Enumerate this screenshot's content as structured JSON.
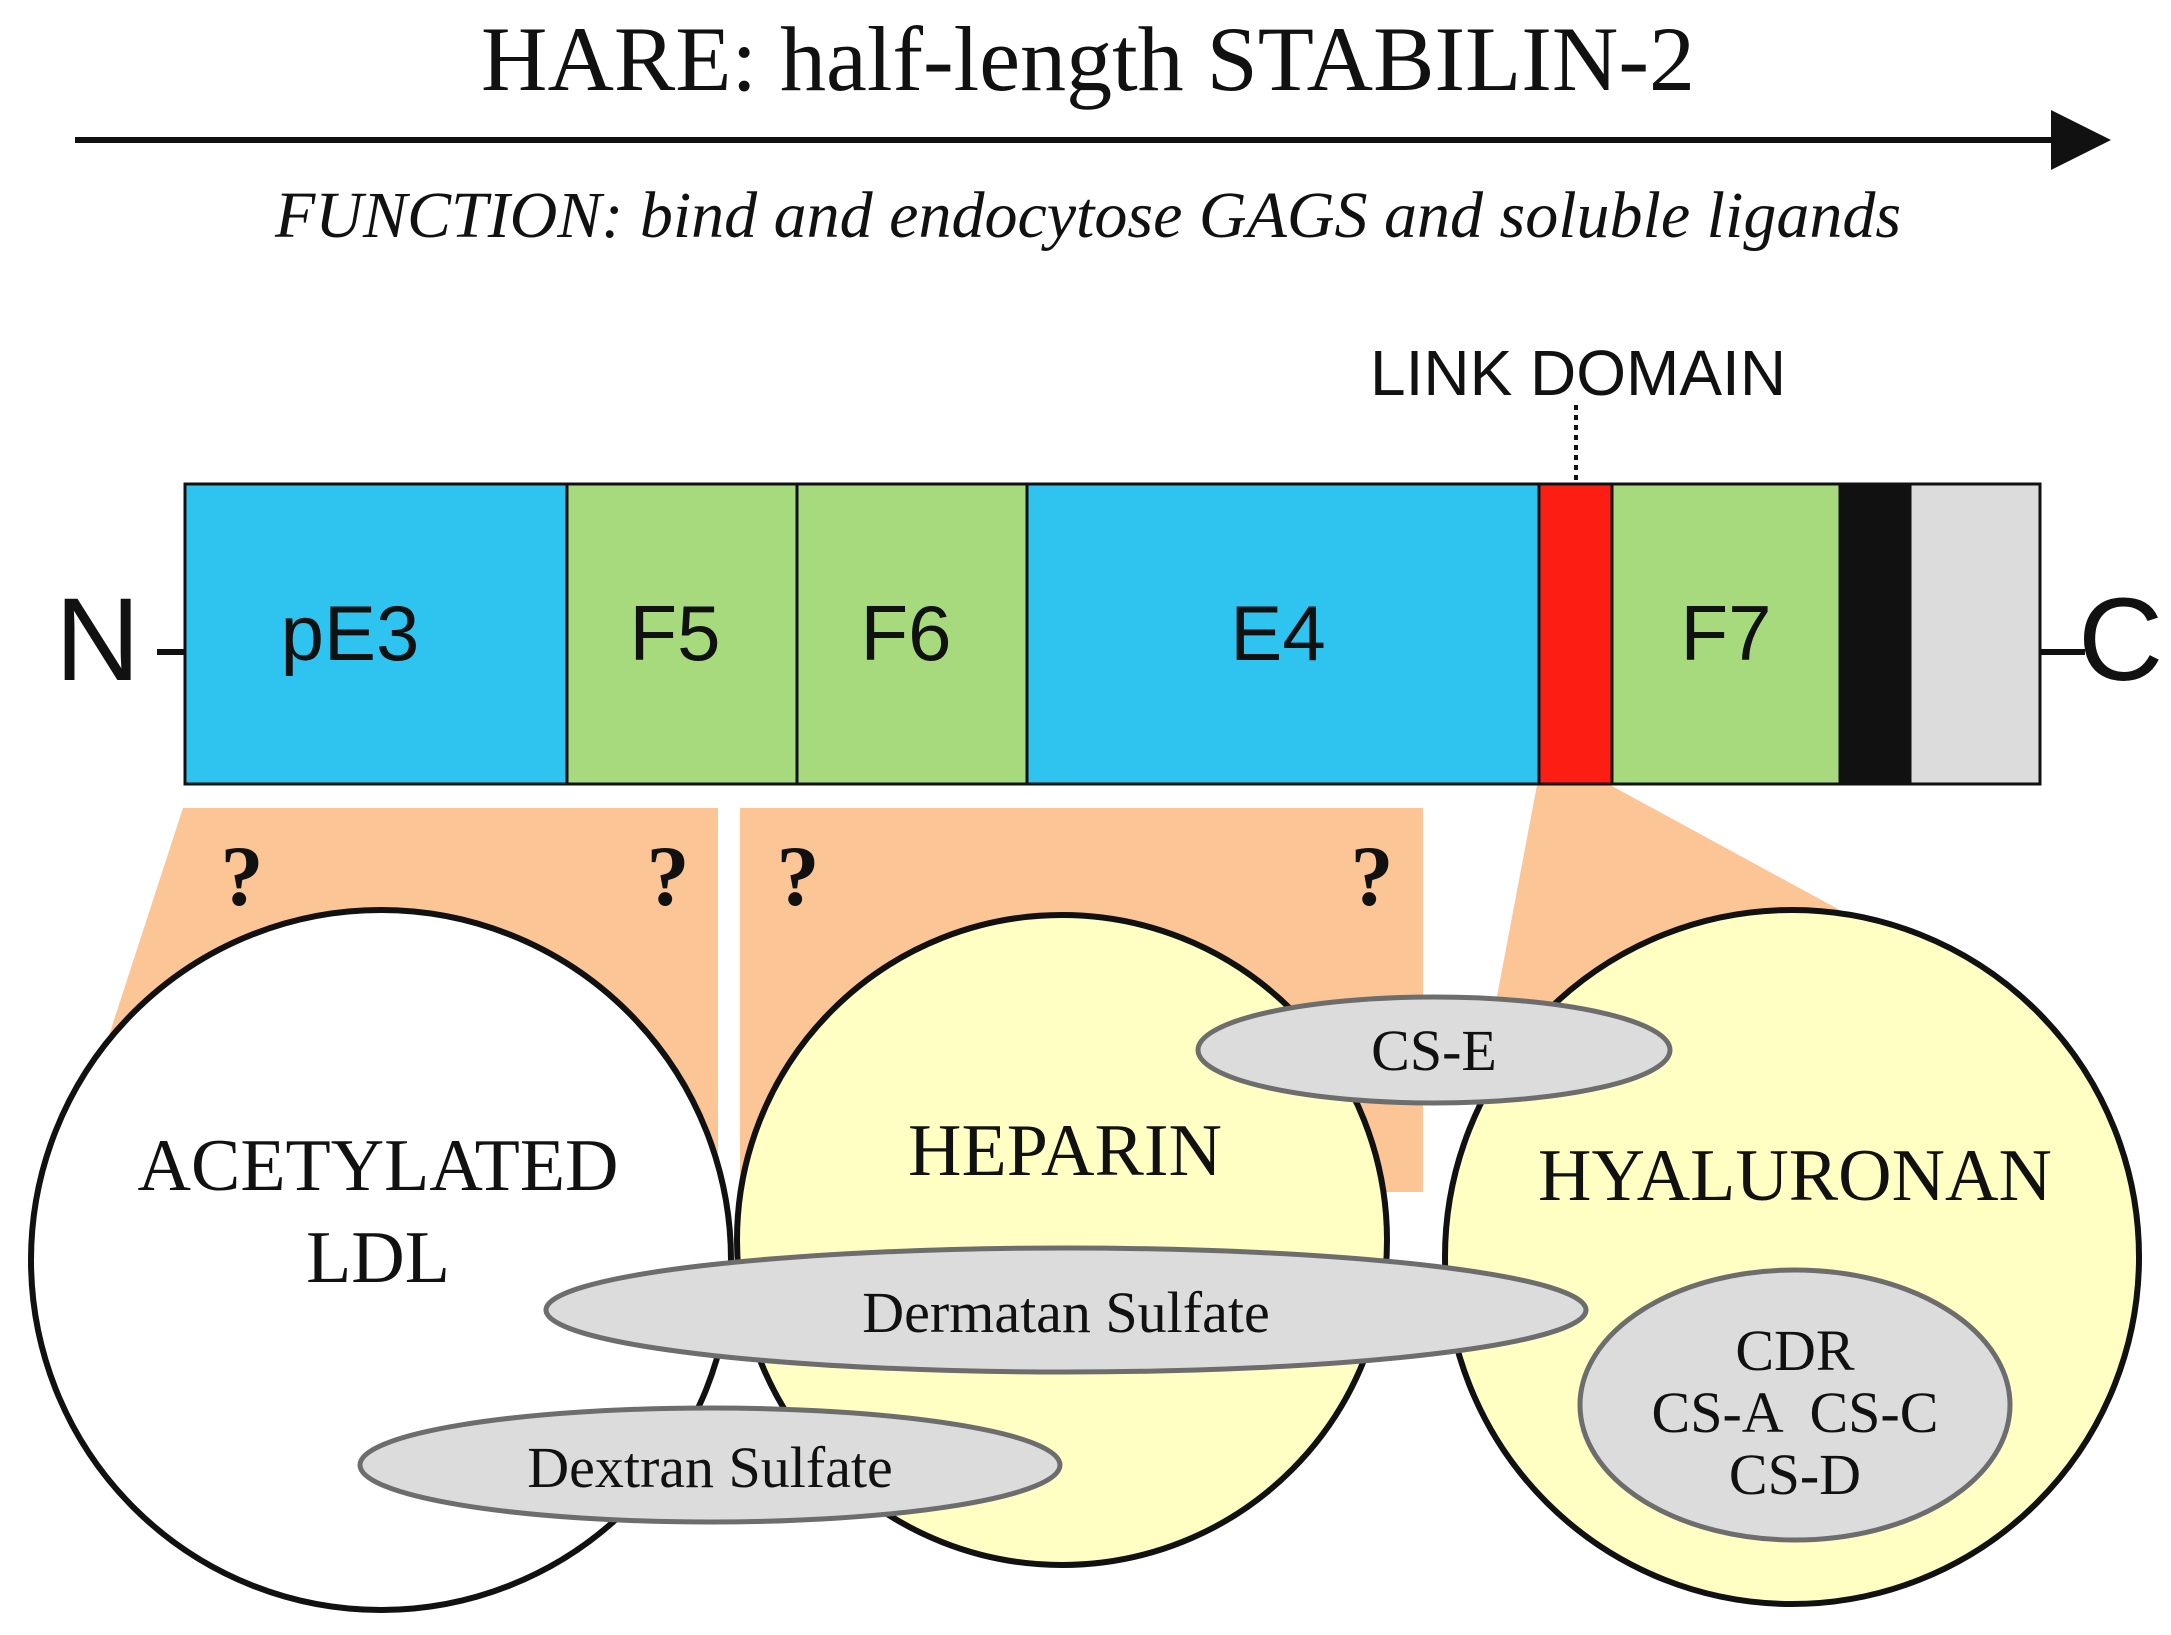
{
  "title": "HARE: half-length STABILIN-2",
  "function_text": "FUNCTION: bind and endocytose GAGS and soluble ligands",
  "termini": {
    "n": "N",
    "c": "C"
  },
  "link_domain_label": "LINK DOMAIN",
  "domains": [
    {
      "label": "pE3",
      "color": "#2fc3ef"
    },
    {
      "label": "F5",
      "color": "#a7da7d"
    },
    {
      "label": "F6",
      "color": "#a7da7d"
    },
    {
      "label": "E4",
      "color": "#2fc3ef"
    },
    {
      "label": "",
      "color": "#fd1e13"
    },
    {
      "label": "F7",
      "color": "#a7da7d"
    },
    {
      "label": "",
      "color": "#111111"
    },
    {
      "label": "",
      "color": "#dcdcdc"
    }
  ],
  "unknown_marks": [
    "?",
    "?",
    "?",
    "?"
  ],
  "ligand_circles": [
    {
      "lines": [
        "ACETYLATED",
        "LDL"
      ],
      "fill": "#ffffff"
    },
    {
      "lines": [
        "HEPARIN"
      ],
      "fill": "#ffffc4"
    },
    {
      "lines": [
        "HYALURONAN"
      ],
      "fill": "#ffffc4"
    }
  ],
  "ligand_ovals": [
    {
      "lines": [
        "CS-E"
      ]
    },
    {
      "lines": [
        "Dermatan Sulfate"
      ]
    },
    {
      "lines": [
        "Dextran Sulfate"
      ]
    },
    {
      "lines": [
        "CDR",
        "CS-A  CS-C",
        "CS-D"
      ]
    }
  ],
  "colors": {
    "binding_region": "#fbc596",
    "oval_fill": "#dcdcdc",
    "oval_stroke": "#6d6d6d"
  }
}
